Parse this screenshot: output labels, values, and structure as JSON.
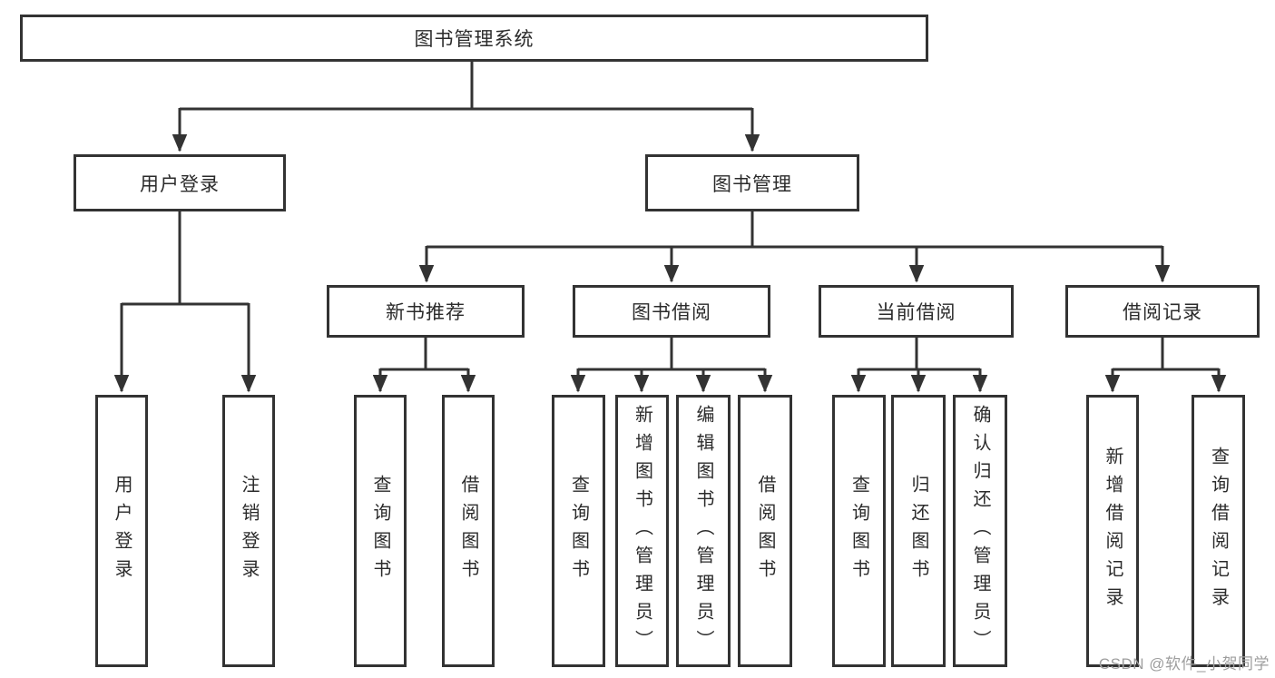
{
  "colors": {
    "line": "#333333",
    "text": "#2b2b2b",
    "box_bg": "#ffffff",
    "watermark": "#9e9e9e",
    "page_bg": "#ffffff"
  },
  "tree": {
    "label": "图书管理系统",
    "children": [
      {
        "label": "用户登录",
        "children": [
          {
            "label": "用户登录"
          },
          {
            "label": "注销登录"
          }
        ]
      },
      {
        "label": "图书管理",
        "children": [
          {
            "label": "新书推荐",
            "children": [
              {
                "label": "查询图书"
              },
              {
                "label": "借阅图书"
              }
            ]
          },
          {
            "label": "图书借阅",
            "children": [
              {
                "label": "查询图书"
              },
              {
                "label": "新增图书（管理员）"
              },
              {
                "label": "编辑图书（管理员）"
              },
              {
                "label": "借阅图书"
              }
            ]
          },
          {
            "label": "当前借阅",
            "children": [
              {
                "label": "查询图书"
              },
              {
                "label": "归还图书"
              },
              {
                "label": "确认归还（管理员）"
              }
            ]
          },
          {
            "label": "借阅记录",
            "children": [
              {
                "label": "新增借阅记录"
              },
              {
                "label": "查询借阅记录"
              }
            ]
          }
        ]
      }
    ]
  },
  "watermark": {
    "text": "CSDN @软件_小贺同学"
  }
}
